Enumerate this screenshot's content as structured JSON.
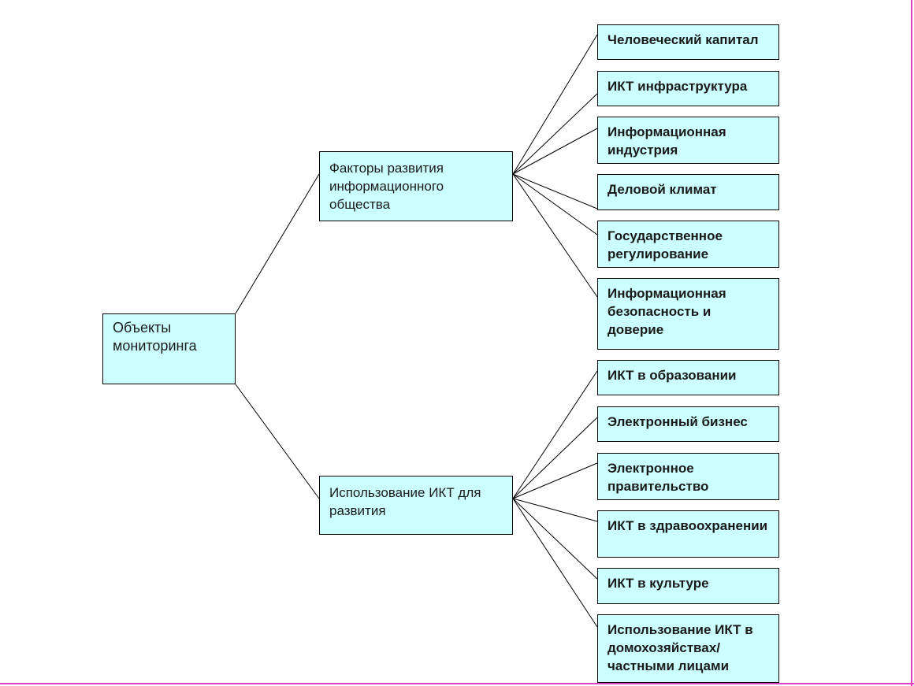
{
  "diagram": {
    "root": {
      "label": "Объекты\nмониторинга"
    },
    "branches": [
      {
        "label": "Факторы развития\nинформационного\nобщества",
        "children": [
          "Человеческий капитал",
          "ИКТ инфраструктура",
          "Информационная\nиндустрия",
          "Деловой климат",
          "Государственное\nрегулирование",
          "Информационная\nбезопасность и\nдоверие"
        ]
      },
      {
        "label": "Использование ИКТ для\nразвития",
        "children": [
          "ИКТ в образовании",
          "Электронный бизнес",
          "Электронное\nправительство",
          "ИКТ в здравоохранении",
          "ИКТ в культуре",
          "Использование ИКТ в\nдомохозяйствах/\nчастными лицами"
        ]
      }
    ]
  },
  "colors": {
    "box_fill": "#ccffff",
    "box_border": "#000000",
    "frame": "#e040c8"
  }
}
